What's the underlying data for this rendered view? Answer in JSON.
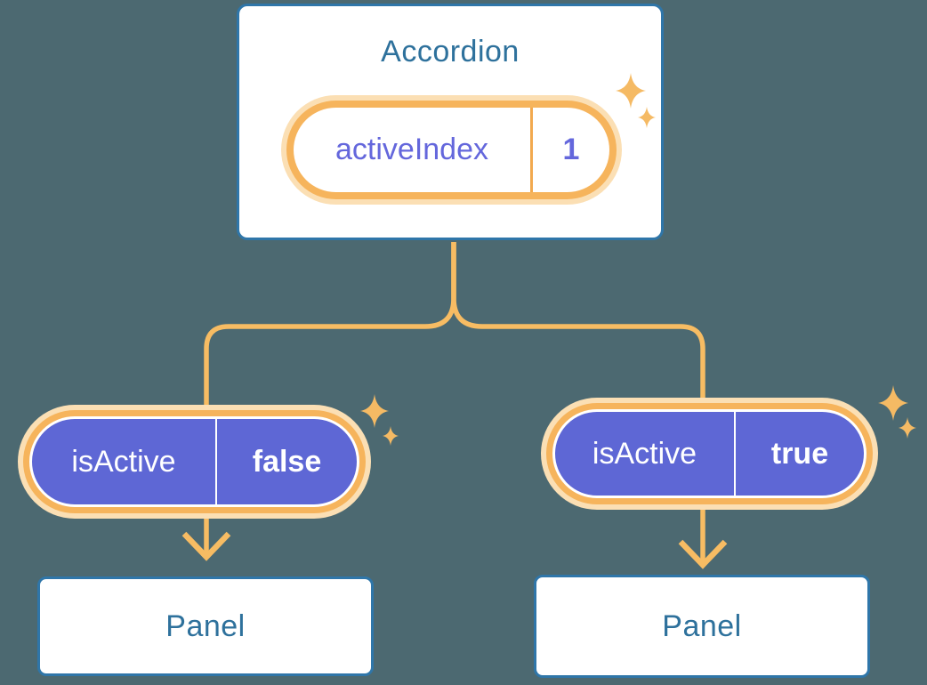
{
  "diagram": {
    "type": "react-component-tree",
    "root": {
      "title": "Accordion",
      "state": {
        "name": "activeIndex",
        "value": "1"
      }
    },
    "children": [
      {
        "prop_name": "isActive",
        "prop_value": "false",
        "panel_title": "Panel"
      },
      {
        "prop_name": "isActive",
        "prop_value": "true",
        "panel_title": "Panel"
      }
    ]
  },
  "icons": {
    "sparkle": "sparkle-icon"
  },
  "palette": {
    "background": "#4C6971",
    "card_border_blue": "#2F76A9",
    "heading_blue": "#2E719C",
    "connector_orange": "#F7BC63",
    "ring_orange": "#F6B45C",
    "ring_cream": "#FBDFB4",
    "divider_orange": "#F2A94E",
    "pill_purple": "#5E67D5",
    "purple_text": "#6467DC",
    "white": "#FFFFFF",
    "sparkle_orange": "#F5BA64"
  }
}
